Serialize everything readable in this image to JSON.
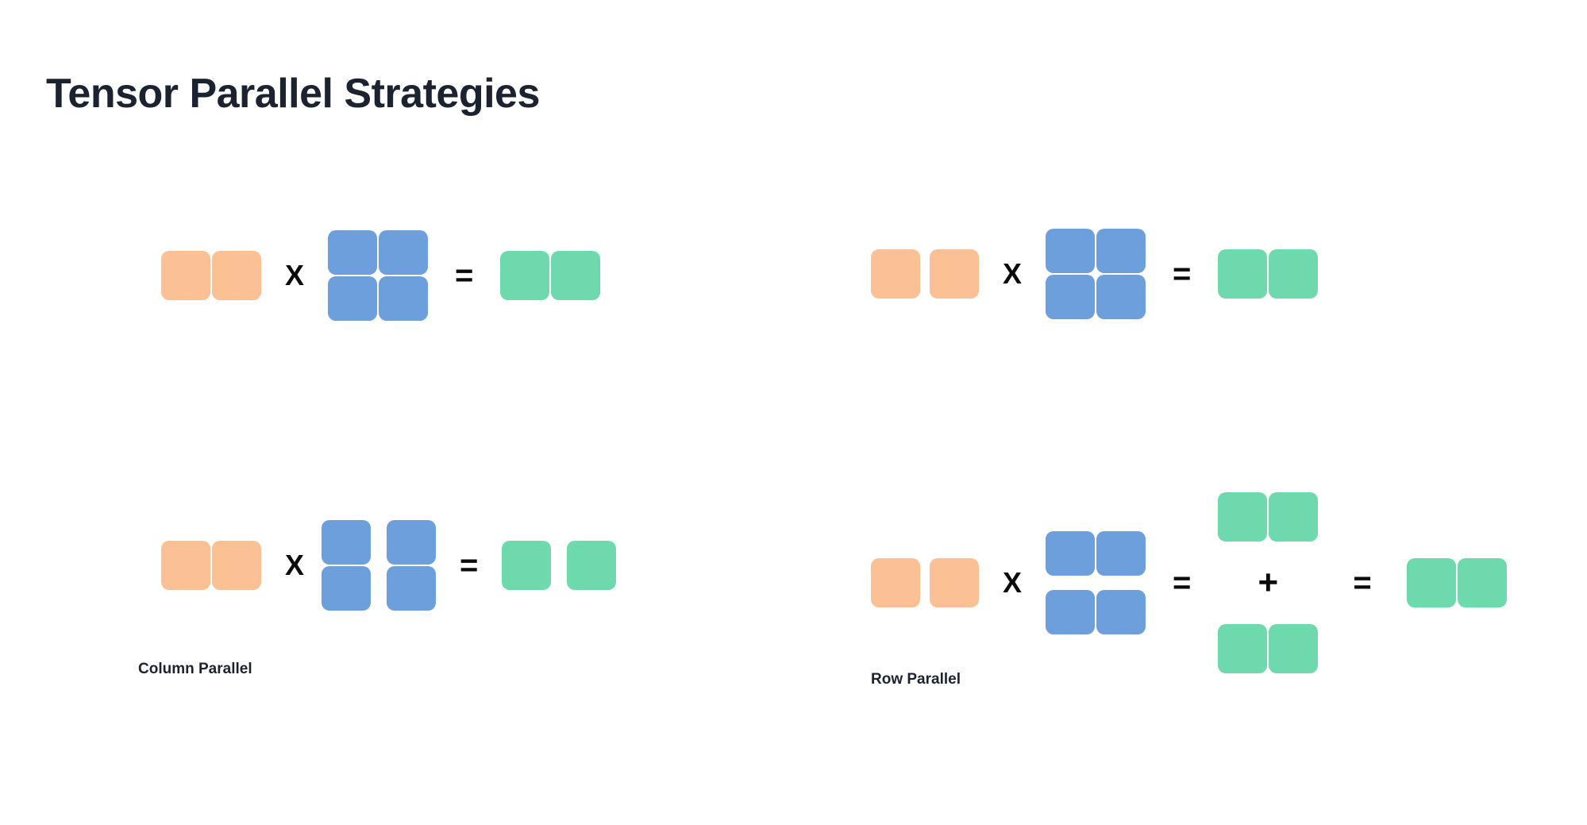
{
  "page": {
    "title": "Tensor Parallel Strategies",
    "background_color": "#ffffff",
    "title_color": "#1b2330"
  },
  "palette": {
    "input_orange": "#fbc093",
    "weight_blue": "#6d9fdc",
    "output_green": "#6ed9ad",
    "symbol_black": "#0b0b0b"
  },
  "operators": {
    "times": "X",
    "equals": "=",
    "plus": "+"
  },
  "captions": {
    "column_parallel": "Column Parallel",
    "row_parallel": "Row Parallel"
  },
  "diagrams": [
    {
      "id": "column-parallel-unsharded",
      "caption_ref": "none",
      "description": "Full (unsharded) matmul: input vector times full 2x2 weight matrix equals full output vector",
      "terms": [
        {
          "role": "input",
          "color": "input_orange",
          "shape": "1x2",
          "split": "none"
        },
        {
          "role": "operator",
          "symbol": "X"
        },
        {
          "role": "weight",
          "color": "weight_blue",
          "shape": "2x2",
          "split": "none"
        },
        {
          "role": "operator",
          "symbol": "="
        },
        {
          "role": "output",
          "color": "output_green",
          "shape": "1x2",
          "split": "none"
        }
      ]
    },
    {
      "id": "column-parallel-sharded",
      "caption_ref": "column_parallel",
      "description": "Column-wise sharded weight matrix produces two independent output columns",
      "terms": [
        {
          "role": "input",
          "color": "input_orange",
          "shape": "1x2",
          "split": "none"
        },
        {
          "role": "operator",
          "symbol": "X"
        },
        {
          "role": "weight",
          "color": "weight_blue",
          "shape": "2x2",
          "split": "columns"
        },
        {
          "role": "operator",
          "symbol": "="
        },
        {
          "role": "output",
          "color": "output_green",
          "shape": "1x2",
          "split": "columns"
        }
      ]
    },
    {
      "id": "row-parallel-unsharded",
      "caption_ref": "none",
      "description": "Full (unsharded) matmul: input vector times full 2x2 weight matrix equals full output vector",
      "terms": [
        {
          "role": "input",
          "color": "input_orange",
          "shape": "1x2",
          "split": "columns"
        },
        {
          "role": "operator",
          "symbol": "X"
        },
        {
          "role": "weight",
          "color": "weight_blue",
          "shape": "2x2",
          "split": "none"
        },
        {
          "role": "operator",
          "symbol": "="
        },
        {
          "role": "output",
          "color": "output_green",
          "shape": "1x2",
          "split": "none"
        }
      ]
    },
    {
      "id": "row-parallel-sharded",
      "caption_ref": "row_parallel",
      "description": "Row-wise sharded weight matrix produces two partial outputs summed into the final output",
      "terms": [
        {
          "role": "input",
          "color": "input_orange",
          "shape": "1x2",
          "split": "columns"
        },
        {
          "role": "operator",
          "symbol": "X"
        },
        {
          "role": "weight",
          "color": "weight_blue",
          "shape": "2x2",
          "split": "rows"
        },
        {
          "role": "operator",
          "symbol": "="
        },
        {
          "role": "partial-output-top",
          "color": "output_green",
          "shape": "1x2",
          "split": "none"
        },
        {
          "role": "operator",
          "symbol": "+"
        },
        {
          "role": "partial-output-bottom",
          "color": "output_green",
          "shape": "1x2",
          "split": "none"
        },
        {
          "role": "operator",
          "symbol": "="
        },
        {
          "role": "output",
          "color": "output_green",
          "shape": "1x2",
          "split": "none"
        }
      ]
    }
  ]
}
